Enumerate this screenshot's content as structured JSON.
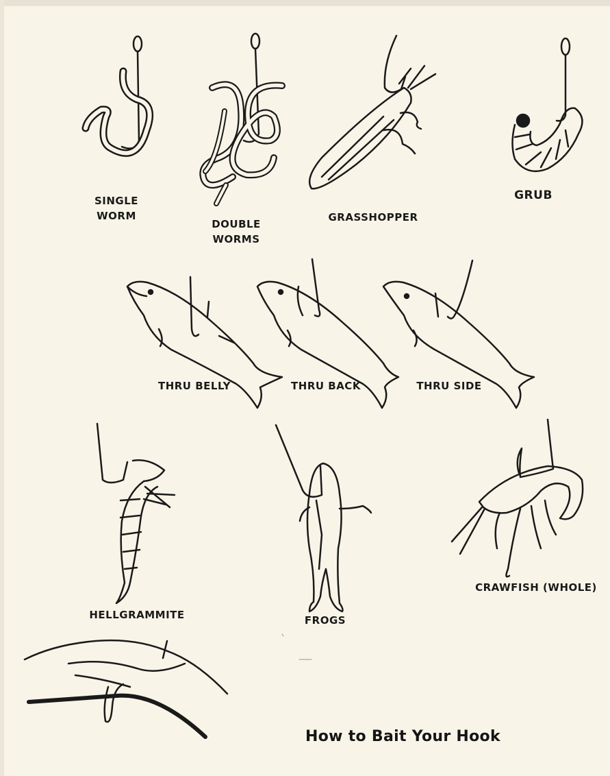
{
  "labels": {
    "single_worm": [
      "SINGLE",
      "WORM"
    ],
    "double_worms": [
      "DOUBLE",
      "WORMS"
    ],
    "grasshopper": "GRASSHOPPER",
    "grub": "GRUB",
    "thru_belly": "THRU BELLY",
    "thru_back": "THRU BACK",
    "thru_side": "THRU SIDE",
    "hellgrammite": "HELLGRAMMITE",
    "frogs": "FROGS",
    "crawfish": "CRAWFISH (WHOLE)"
  },
  "title": "How to Bait Your Hook",
  "colors": {
    "paper": "#f8f4e8",
    "ink": "#1a1a1a"
  }
}
